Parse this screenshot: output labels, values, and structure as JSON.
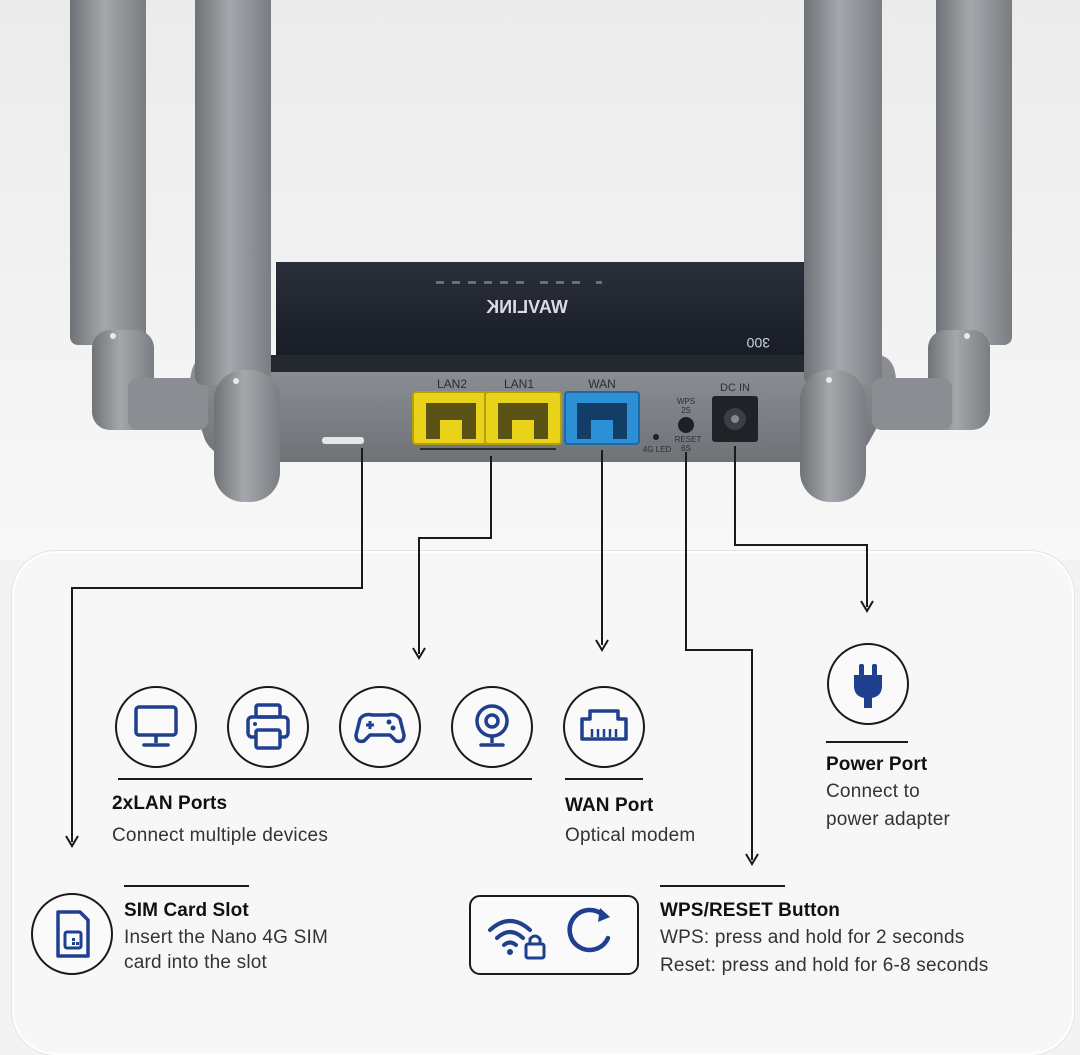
{
  "router": {
    "brand": "WAVLINK",
    "model_badge": "300",
    "port_labels": {
      "lan2": "LAN2",
      "lan1": "LAN1",
      "wan": "WAN",
      "wps": "WPS",
      "wps_time": "2S",
      "reset": "RESET",
      "reset_time": "6S",
      "led": "4G LED",
      "dc_in": "DC IN"
    },
    "colors": {
      "lan_port": "#e8d21a",
      "wan_port": "#2d8fd6",
      "antenna": "#8f9296",
      "body_top": "#1f2430",
      "body_back": "#8a8d92"
    }
  },
  "icons": [
    "monitor-icon",
    "printer-icon",
    "gamepad-icon",
    "webcam-icon",
    "ethernet-port-icon",
    "power-plug-icon",
    "sim-card-icon",
    "wifi-lock-icon",
    "reset-arrow-icon"
  ],
  "icon_color": "#1f3f8f",
  "features": {
    "lan": {
      "title": "2xLAN Ports",
      "desc": "Connect multiple devices"
    },
    "wan": {
      "title": "WAN Port",
      "desc": "Optical modem"
    },
    "power": {
      "title": "Power Port",
      "desc_line1": "Connect to",
      "desc_line2": "power adapter"
    },
    "sim": {
      "title": "SIM Card Slot",
      "desc_line1": "Insert the Nano 4G SIM",
      "desc_line2": "card into the slot"
    },
    "wps": {
      "title": "WPS/RESET Button",
      "desc_line1": "WPS: press and hold for 2 seconds",
      "desc_line2": "Reset: press and hold for 6-8 seconds"
    }
  }
}
